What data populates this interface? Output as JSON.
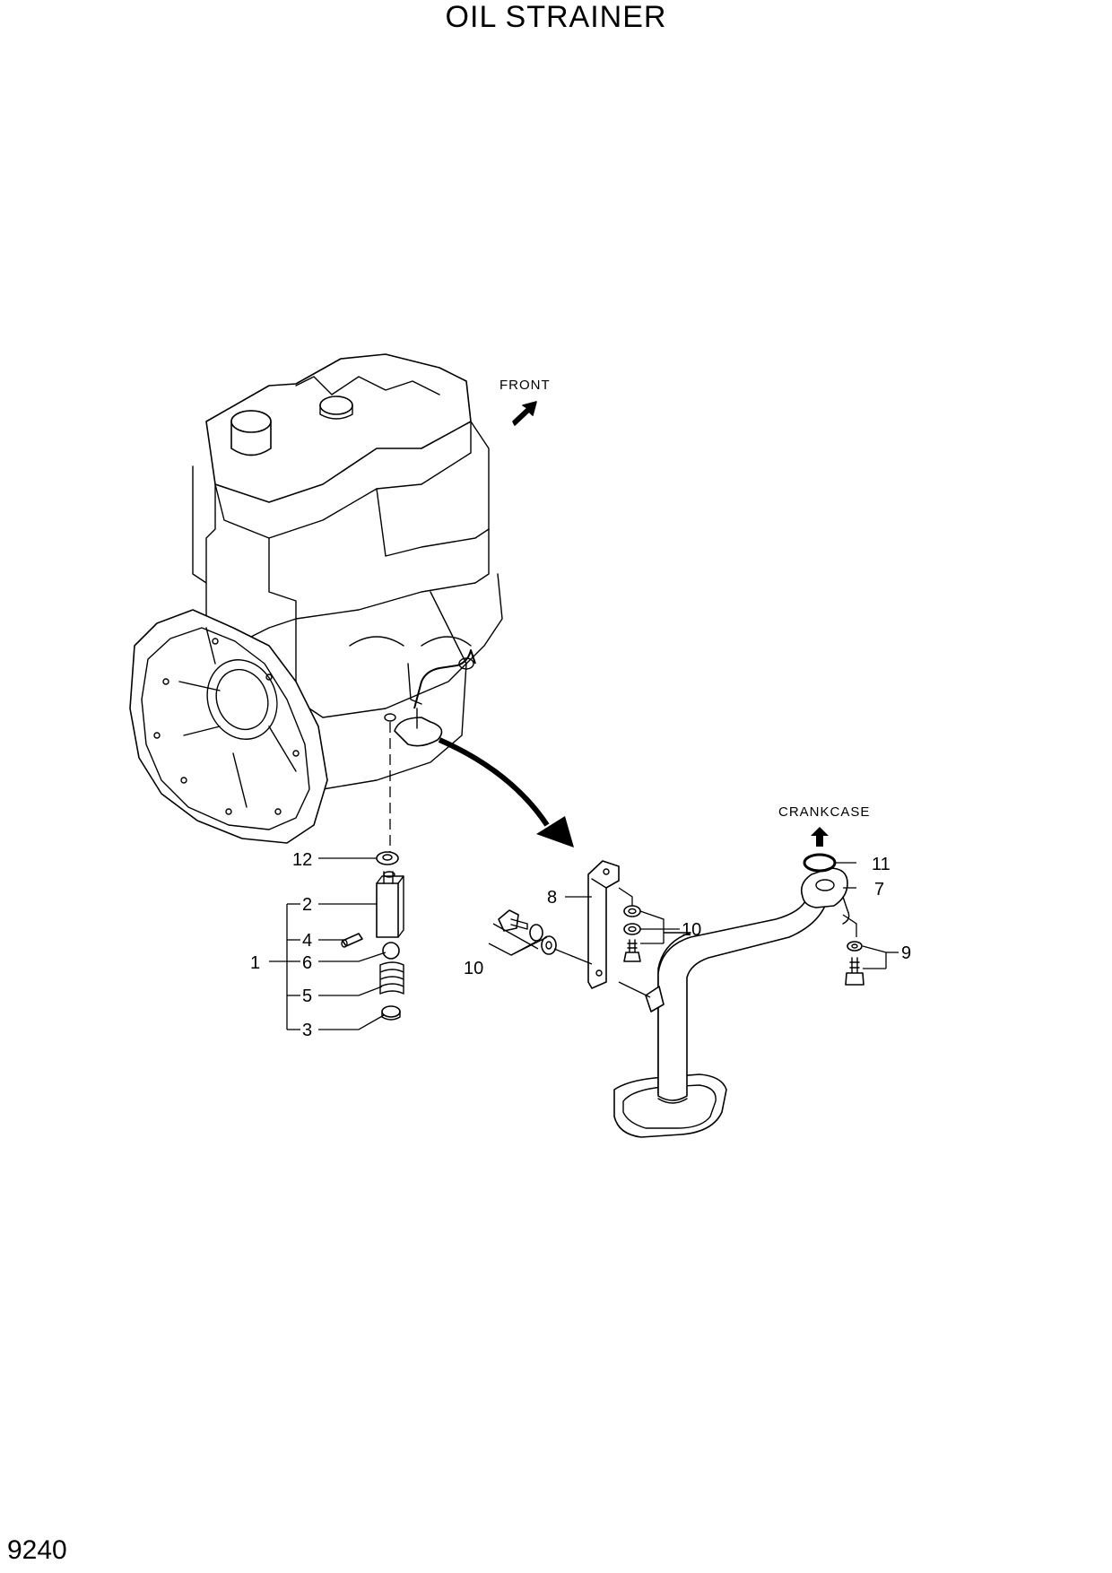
{
  "title": "OIL STRAINER",
  "page_number": "9240",
  "notes": {
    "front": "FRONT",
    "crankcase": "CRANKCASE"
  },
  "callouts": {
    "c1": "1",
    "c2": "2",
    "c3": "3",
    "c4": "4",
    "c5": "5",
    "c6": "6",
    "c7": "7",
    "c8": "8",
    "c9": "9",
    "c10a": "10",
    "c10b": "10",
    "c11": "11",
    "c12": "12"
  }
}
